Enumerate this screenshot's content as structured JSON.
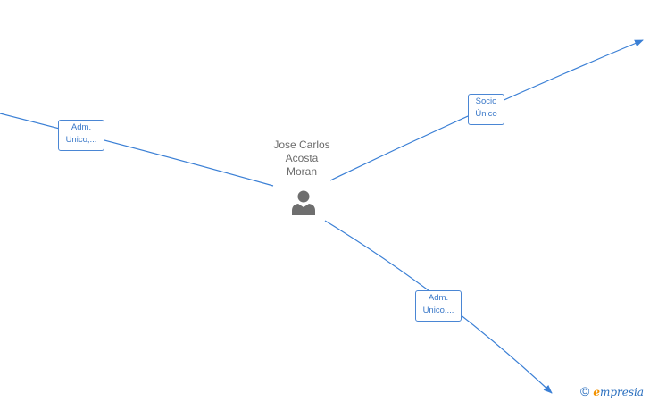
{
  "diagram": {
    "center_node": {
      "name_lines": [
        "Jose Carlos",
        "Acosta",
        "Moran"
      ],
      "icon": "person-icon"
    },
    "edges": [
      {
        "id": "left",
        "label_lines": [
          "Adm.",
          "Unico,..."
        ]
      },
      {
        "id": "right",
        "label_lines": [
          "Socio",
          "Único"
        ]
      },
      {
        "id": "bottom",
        "label_lines": [
          "Adm.",
          "Unico,..."
        ]
      }
    ]
  },
  "watermark": {
    "symbol": "©",
    "brand_first": "e",
    "brand_rest": "mpresia"
  },
  "colors": {
    "edge": "#3a7fd5",
    "node_text": "#6b6b6b",
    "person_icon": "#6e6e6e"
  }
}
